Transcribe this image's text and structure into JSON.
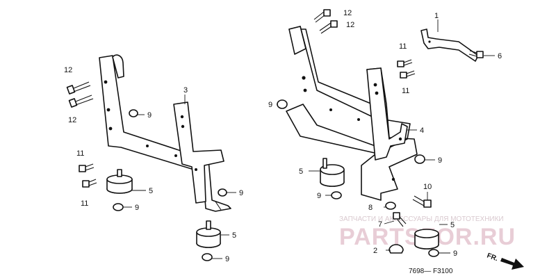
{
  "callouts": {
    "c1": "1",
    "c2": "2",
    "c3": "3",
    "c4": "4",
    "c5a": "5",
    "c5b": "5",
    "c5c": "5",
    "c5d": "5",
    "c6": "6",
    "c7": "7",
    "c8": "8",
    "c9a": "9",
    "c9b": "9",
    "c9c": "9",
    "c9d": "9",
    "c9e": "9",
    "c9f": "9",
    "c9g": "9",
    "c9h": "9",
    "c10": "10",
    "c11a": "11",
    "c11b": "11",
    "c11c": "11",
    "c11d": "11",
    "c12a": "12",
    "c12b": "12",
    "c12c": "12",
    "c12d": "12"
  },
  "watermark": {
    "subtitle": "ЗАПЧАСТИ И АКСЕССУАРЫ ДЛЯ МОТОТЕХНИКИ",
    "logo": "PARTSFOR.RU"
  },
  "diagram_code": "7698— F3100",
  "front_label": "FR."
}
